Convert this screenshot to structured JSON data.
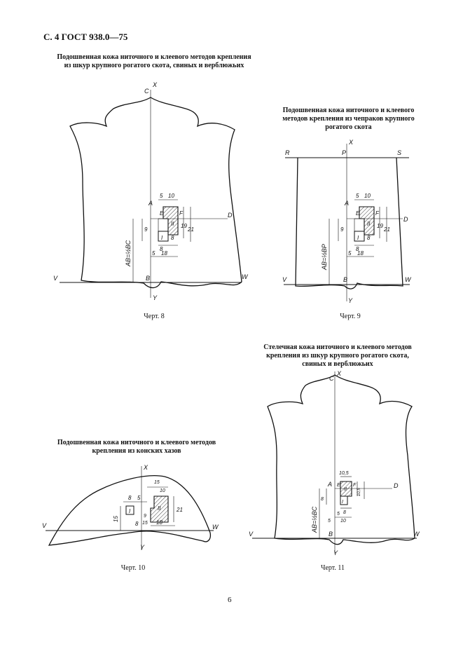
{
  "header": "С. 4 ГОСТ 938.0—75",
  "fig8": {
    "caption_line1": "Подошвенная кожа ниточного и клеевого методов крепления",
    "caption_line2": "из шкур крупного рогатого скота, свиных и верблюжьих",
    "label": "Черт. 8",
    "letters": {
      "c": "C",
      "x": "X",
      "a": "A",
      "e": "E",
      "f": "F",
      "d": "D",
      "v": "V",
      "b": "B",
      "w": "W",
      "y": "Y",
      "zone1": "I",
      "zone2": "II"
    },
    "dims": {
      "d5": "5",
      "d10": "10",
      "d9": "9",
      "d8a": "8",
      "d8b": "8",
      "d18": "18",
      "d5b": "5",
      "d19": "19",
      "d21": "21",
      "ab": "AB=½BC"
    }
  },
  "fig9": {
    "caption_line1": "Подошвенная кожа ниточного и клеевого",
    "caption_line2": "методов крепления из чепраков крупного",
    "caption_line3": "рогатого скота",
    "label": "Черт. 9",
    "letters": {
      "r": "R",
      "p": "P",
      "s": "S",
      "x": "X",
      "a": "A",
      "e": "E",
      "f": "F",
      "d": "D",
      "v": "V",
      "b": "B",
      "w": "W",
      "y": "Y",
      "zone1": "I",
      "zone2": "II"
    },
    "dims": {
      "d5": "5",
      "d10": "10",
      "d9": "9",
      "d8a": "8",
      "d8b": "8",
      "d18": "18",
      "d5b": "5",
      "d19": "19",
      "d21": "21",
      "ab": "AB=½BP"
    }
  },
  "fig10": {
    "caption_line1": "Подошвенная кожа ниточного и клеевого методов",
    "caption_line2": "крепления из конских хазов",
    "label": "Черт. 10",
    "letters": {
      "x": "X",
      "v": "V",
      "w": "W",
      "y": "Y",
      "zone1": "I",
      "zone2": "II"
    },
    "dims": {
      "d15a": "15",
      "d10": "10",
      "d8a": "8",
      "d5": "5",
      "d9": "9",
      "d21": "21",
      "d15b": "15",
      "d18": "18",
      "d8b": "8",
      "d15c": "15"
    }
  },
  "fig11": {
    "caption_line1": "Стелечная кожа ниточного и клеевого методов",
    "caption_line2": "крепления из шкур крупного рогатого скота,",
    "caption_line3": "свиных и верблюжьих",
    "label": "Черт. 11",
    "letters": {
      "c": "C",
      "x": "X",
      "a": "A",
      "e": "E",
      "f": "F",
      "d": "D",
      "v": "V",
      "b": "B",
      "w": "W",
      "y": "Y",
      "zone1": "I",
      "zone2": "II"
    },
    "dims": {
      "d105": "10,5",
      "d8": "8",
      "d5": "5",
      "d8b": "8",
      "d10": "10",
      "d5b": "5",
      "d105b": "10,5",
      "ab": "AB=½BC"
    }
  },
  "page_number": "6"
}
